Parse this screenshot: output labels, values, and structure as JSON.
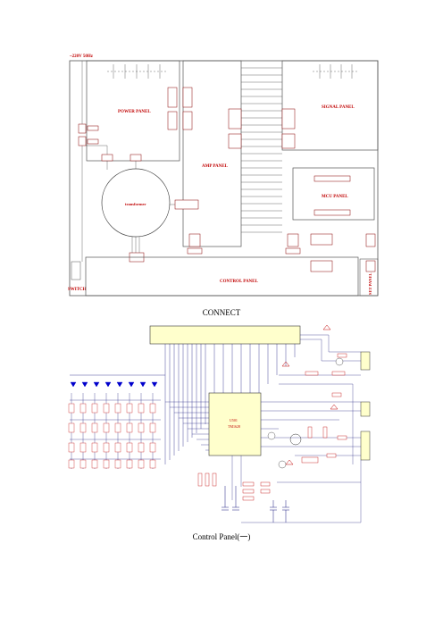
{
  "connect_diagram": {
    "supply_label": "~220V 50Hz",
    "switch_label": "SWITCH",
    "panels": {
      "power": "POWER PANEL",
      "amp": "AMP PANEL",
      "signal": "SIGNAL PANEL",
      "mcu": "MCU PANEL",
      "control": "CONTROL PANEL",
      "transformer": "transformer",
      "side": "SET PANEL"
    },
    "caption": "CONNECT"
  },
  "control_panel": {
    "chip_label": "U501",
    "chip_part": "TM1628",
    "caption": "Control Panel(一)"
  },
  "colors": {
    "wire": "#1a1a80",
    "label": "#c00000",
    "chip": "#ffffcc",
    "led": "#0000cc"
  }
}
